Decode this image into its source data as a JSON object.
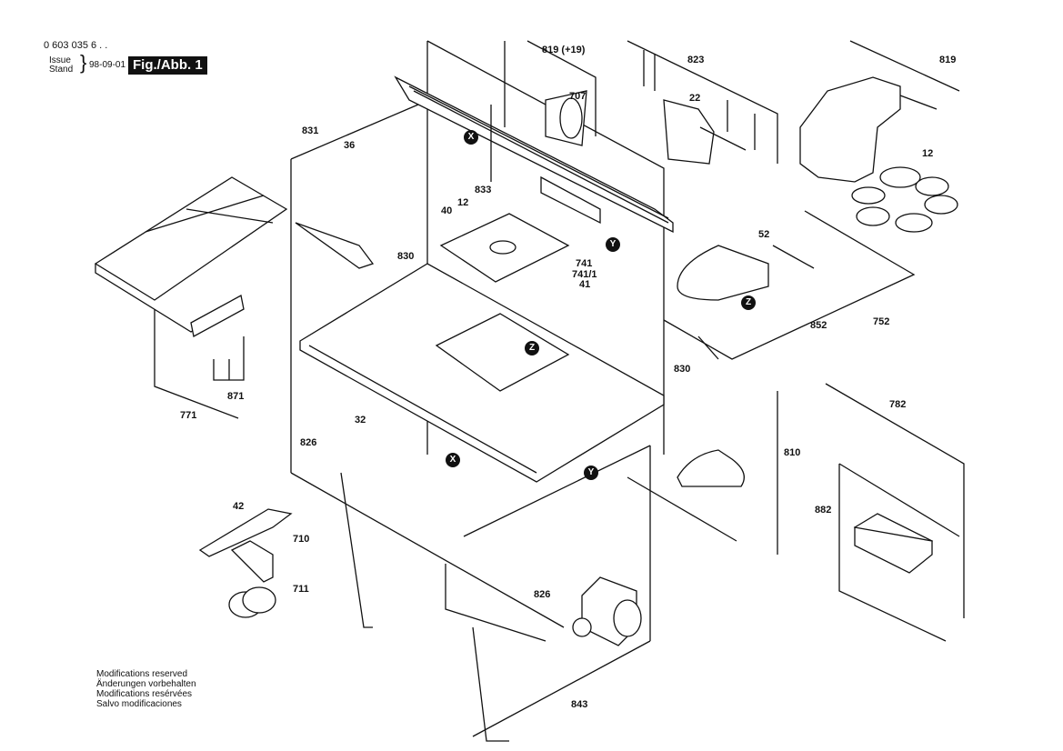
{
  "header": {
    "part_code": "0 603 035 6 . .",
    "issue_label": "Issue",
    "stand_label": "Stand",
    "brace": "}",
    "date": "98-09-01",
    "figure_label": "Fig./Abb. 1"
  },
  "footer": {
    "lines": [
      "Modifications reserved",
      "Änderungen vorbehalten",
      "Modifications resérvées",
      "Salvo modificaciones"
    ]
  },
  "part_labels": {
    "p819_19": "819 (+19)",
    "p707": "707",
    "p823": "823",
    "p22": "22",
    "p819": "819",
    "p831": "831",
    "p36": "36",
    "p833": "833",
    "p12a": "12",
    "p12b": "12",
    "p40": "40",
    "p830a": "830",
    "p830b": "830",
    "p741": "741",
    "p741_1": "741/1",
    "p41": "41",
    "p52": "52",
    "p852": "852",
    "p752": "752",
    "p871": "871",
    "p771": "771",
    "p32": "32",
    "p826a": "826",
    "p826b": "826",
    "p810": "810",
    "p782": "782",
    "p882": "882",
    "p42": "42",
    "p710": "710",
    "p711": "711",
    "p843": "843"
  },
  "markers": {
    "x": "X",
    "y": "Y",
    "z": "Z"
  }
}
